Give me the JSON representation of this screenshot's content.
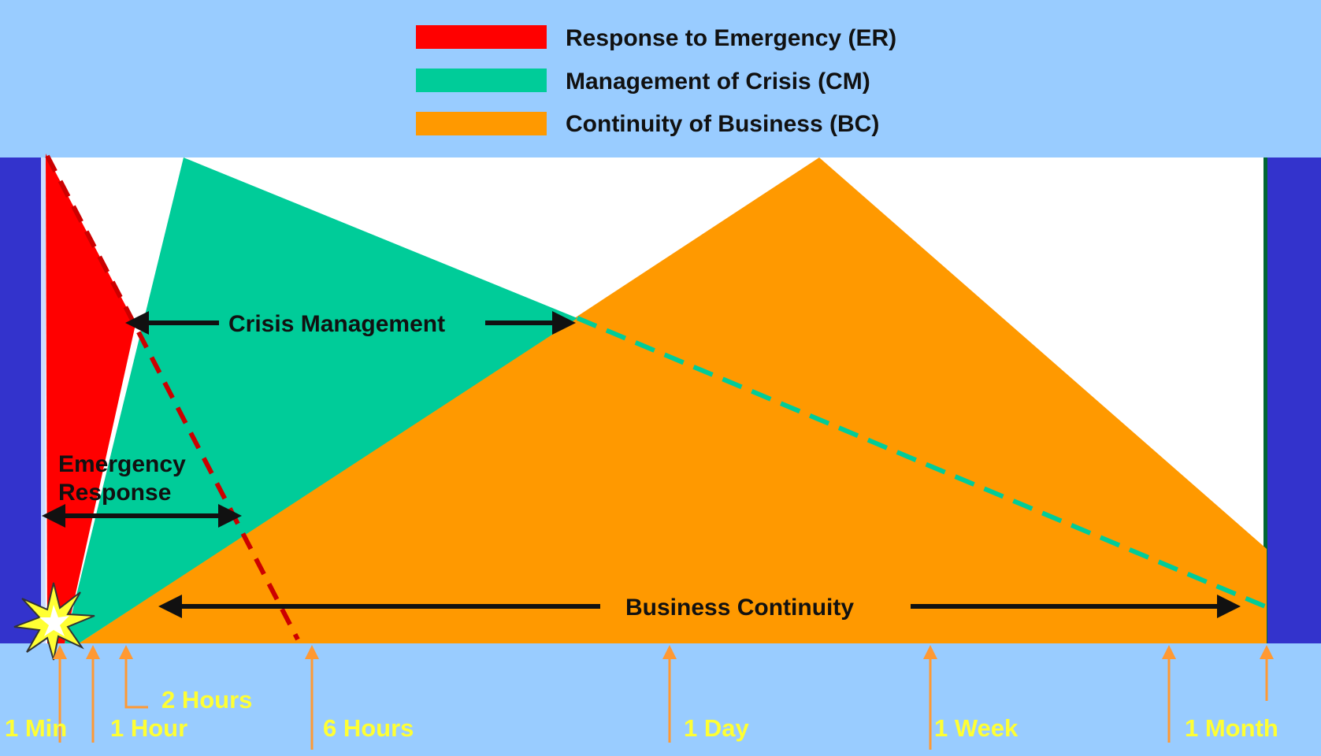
{
  "legend": [
    {
      "label": "Response to Emergency (ER)",
      "color": "#ff0000"
    },
    {
      "label": "Management of Crisis (CM)",
      "color": "#00cc99"
    },
    {
      "label": "Continuity of Business  (BC)",
      "color": "#ff9900"
    }
  ],
  "phases": {
    "crisis_management": "Crisis Management",
    "emergency_response_line1": "Emergency",
    "emergency_response_line2": "Response",
    "business_continuity": "Business Continuity"
  },
  "timeline": [
    {
      "label": "1 Min"
    },
    {
      "label": "1 Hour"
    },
    {
      "label": "2 Hours"
    },
    {
      "label": "6 Hours"
    },
    {
      "label": "1 Day"
    },
    {
      "label": "1 Week"
    },
    {
      "label": "1 Month"
    }
  ],
  "colors": {
    "background": "#99ccff",
    "side_bars": "#3333cc",
    "plot_area": "#ffffff",
    "emergency": "#ff0000",
    "crisis": "#00cc99",
    "business": "#ff9900",
    "dashed_red": "#cc0000",
    "dashed_teal": "#00cc99",
    "timeline_text": "#ffff33",
    "timeline_arrow": "#ff9933"
  },
  "icons": {
    "incident": "explosion-icon",
    "time_marker": "up-arrow-icon",
    "span": "double-headed-arrow-icon"
  }
}
